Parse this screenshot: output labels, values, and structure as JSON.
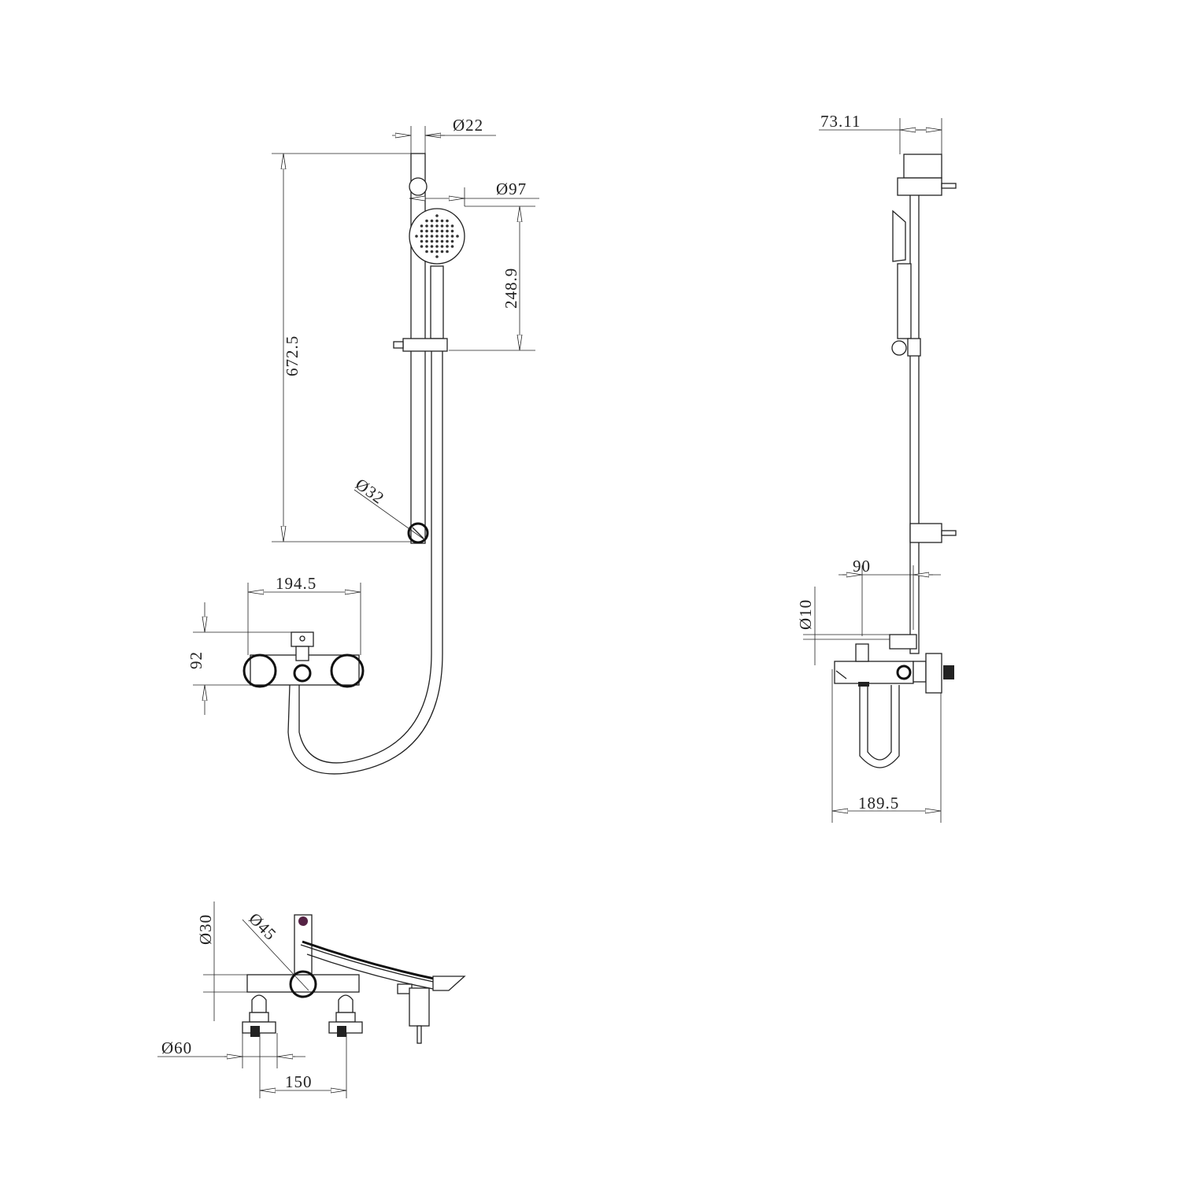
{
  "drawing": {
    "front_view": {
      "dimensions": {
        "rail_diameter": "Ø22",
        "head_diameter": "Ø97",
        "rail_length": "672.5",
        "head_to_slider": "248.9",
        "bracket_diameter": "Ø32",
        "mixer_width": "194.5",
        "mixer_height": "92"
      }
    },
    "side_view": {
      "dimensions": {
        "top_bracket_projection": "73.11",
        "spout_offset": "90",
        "diverter_diameter": "Ø10",
        "total_depth": "189.5"
      }
    },
    "bottom_view": {
      "dimensions": {
        "body_diameter": "Ø30",
        "valve_diameter": "Ø45",
        "flange_diameter": "Ø60",
        "inlet_spacing": "150"
      }
    }
  }
}
